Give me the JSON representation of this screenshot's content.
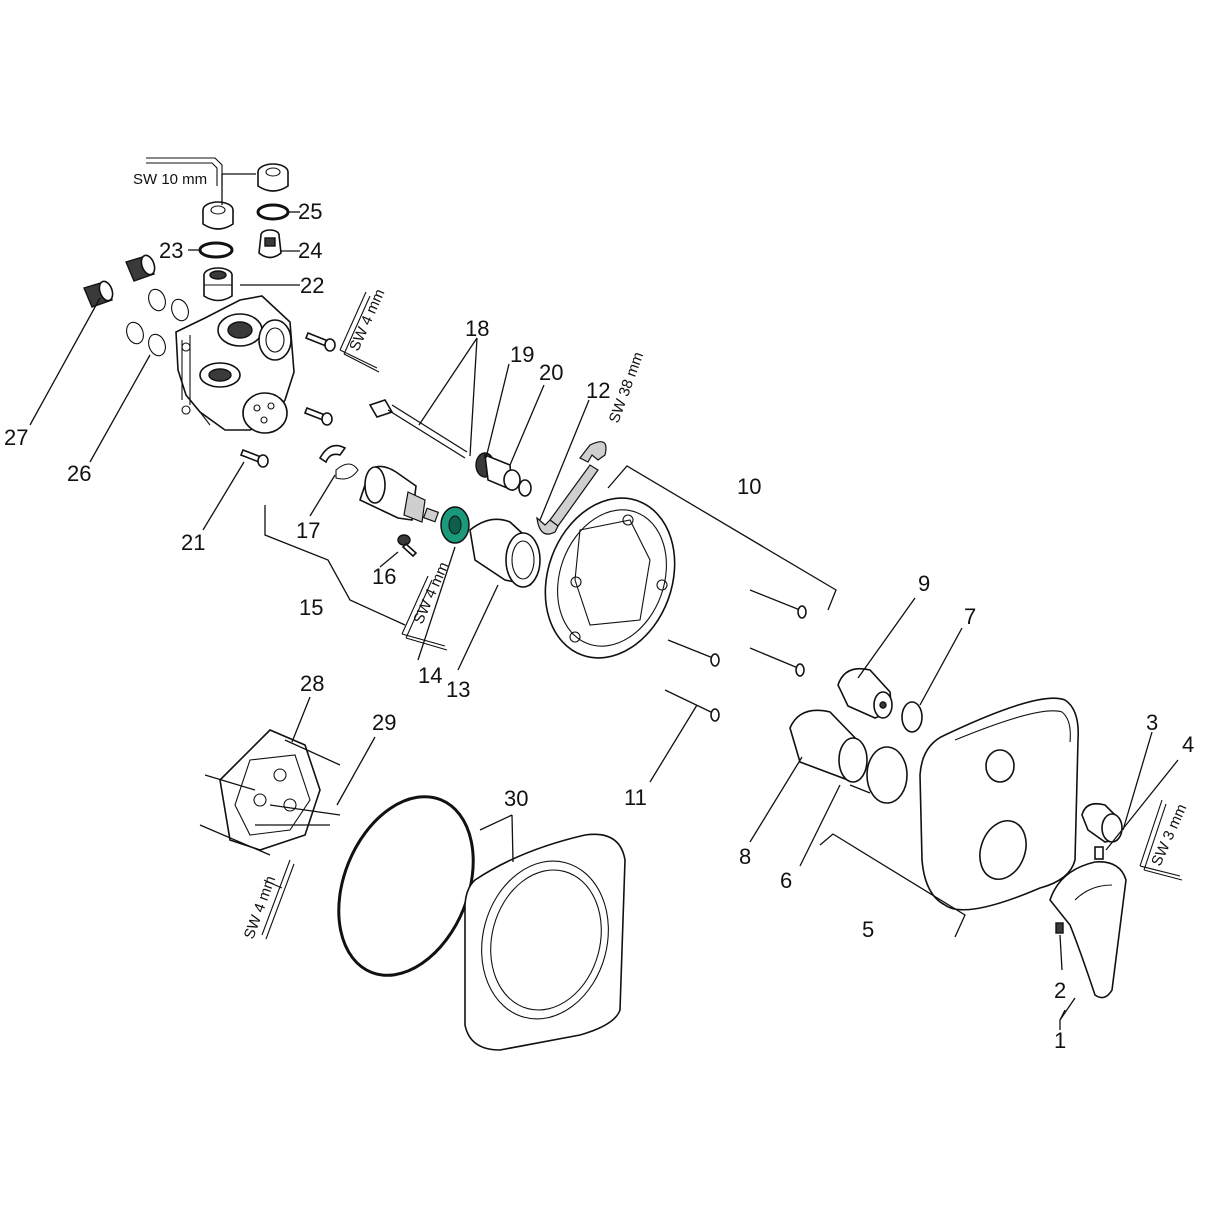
{
  "labels": {
    "n1": "1",
    "n2": "2",
    "n3": "3",
    "n4": "4",
    "n5": "5",
    "n6": "6",
    "n7": "7",
    "n8": "8",
    "n9": "9",
    "n10": "10",
    "n11": "11",
    "n12": "12",
    "n13": "13",
    "n14": "14",
    "n15": "15",
    "n16": "16",
    "n17": "17",
    "n18": "18",
    "n19": "19",
    "n20": "20",
    "n21": "21",
    "n22": "22",
    "n23": "23",
    "n24": "24",
    "n25": "25",
    "n26": "26",
    "n27": "27",
    "n28": "28",
    "n29": "29",
    "n30": "30"
  },
  "tools": {
    "hex10": "SW 10 mm",
    "hex4_top": "SW 4 mm",
    "wrench38": "SW 38 mm",
    "hex4_mid": "SW 4 mm",
    "hex4_bottom": "SW 4 mm",
    "hex3": "SW 3 mm"
  },
  "colors": {
    "accent_green": "#1a9a7a",
    "line": "#111111"
  }
}
